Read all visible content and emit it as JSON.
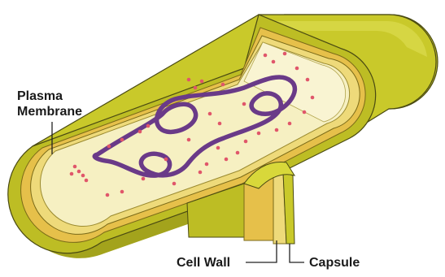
{
  "labels": {
    "plasma_membrane_line1": "Plasma",
    "plasma_membrane_line2": "Membrane",
    "cell_wall": "Cell Wall",
    "capsule": "Capsule"
  },
  "colors": {
    "capsule_outer": "#c9c92a",
    "capsule_light": "#dada4a",
    "capsule_dark": "#a3a31c",
    "capsule_shadow": "#8a8a14",
    "cell_wall": "#e6c04a",
    "cell_wall_dark": "#caa02e",
    "plasma_membrane": "#eeda7a",
    "cytoplasm": "#f6f0c2",
    "cytoplasm_inner": "#f9f4d2",
    "nucleoid_dna": "#6a3a88",
    "ribosome": "#e0566a",
    "outline": "#4a4a12",
    "leader_line": "#222222"
  }
}
